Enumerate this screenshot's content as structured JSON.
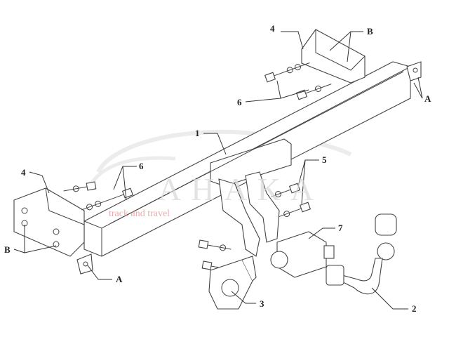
{
  "diagram": {
    "title": "Tow bar assembly diagram",
    "labels": [
      {
        "id": "4-top",
        "text": "4"
      },
      {
        "id": "B-top",
        "text": "B"
      },
      {
        "id": "A-right",
        "text": "A"
      },
      {
        "id": "6-top",
        "text": "6"
      },
      {
        "id": "1",
        "text": "1"
      },
      {
        "id": "6-left",
        "text": "6"
      },
      {
        "id": "4-left",
        "text": "4"
      },
      {
        "id": "5",
        "text": "5"
      },
      {
        "id": "B-left",
        "text": "B"
      },
      {
        "id": "A-bottom",
        "text": "A"
      },
      {
        "id": "7",
        "text": "7"
      },
      {
        "id": "3",
        "text": "3"
      },
      {
        "id": "2",
        "text": "2"
      }
    ],
    "watermark": {
      "brand": "AHAKA",
      "tagline": "track and travel"
    }
  }
}
